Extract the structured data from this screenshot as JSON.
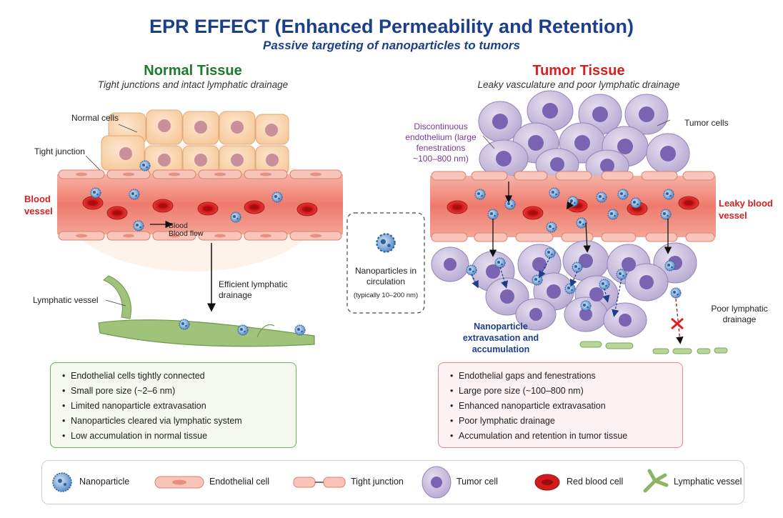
{
  "header": {
    "title": "EPR EFFECT (Enhanced Permeability and Retention)",
    "subtitle": "Passive targeting of nanoparticles to tumors"
  },
  "normal": {
    "title": "Normal Tissue",
    "subtitle": "Tight junctions and intact lymphatic drainage",
    "labels": {
      "normal_cells": "Normal cells",
      "tight_junction": "Tight junction",
      "blood_vessel": "Blood vessel",
      "blood": "Blood",
      "blood_flow": "Blood flow",
      "efficient_drainage": "Efficient lymphatic drainage",
      "lymphatic_vessel": "Lymphatic vessel"
    },
    "bullets": [
      "Endothelial cells tightly connected",
      "Small pore size (~2–6 nm)",
      "Limited nanoparticle extravasation",
      "Nanoparticles cleared via lymphatic system",
      "Low accumulation in normal tissue"
    ],
    "color": "#1e7a2e"
  },
  "center": {
    "label": "Nanoparticles in circulation",
    "note": "(typically 10–200 nm)"
  },
  "tumor": {
    "title": "Tumor Tissue",
    "subtitle": "Leaky vasculature and poor lymphatic drainage",
    "labels": {
      "discontinuous": "Discontinuous endothelium (large fenestrations ~100–800 nm)",
      "tumor_cells": "Tumor cells",
      "leaky_vessel": "Leaky blood vessel",
      "extravasation": "Nanoparticle extravasation and accumulation",
      "poor_drainage": "Poor lymphatic drainage"
    },
    "bullets": [
      "Endothelial gaps and fenestrations",
      "Large pore size (~100–800 nm)",
      "Enhanced nanoparticle extravasation",
      "Poor lymphatic drainage",
      "Accumulation and retention in tumor tissue"
    ],
    "color": "#d42020"
  },
  "legend": [
    {
      "icon": "nanoparticle-icon",
      "label": "Nanoparticle"
    },
    {
      "icon": "endothelial-cell-icon",
      "label": "Endothelial cell"
    },
    {
      "icon": "tight-junction-icon",
      "label": "Tight junction"
    },
    {
      "icon": "tumor-cell-icon",
      "label": "Tumor cell"
    },
    {
      "icon": "red-blood-cell-icon",
      "label": "Red blood cell"
    },
    {
      "icon": "lymphatic-vessel-icon",
      "label": "Lymphatic vessel"
    }
  ]
}
